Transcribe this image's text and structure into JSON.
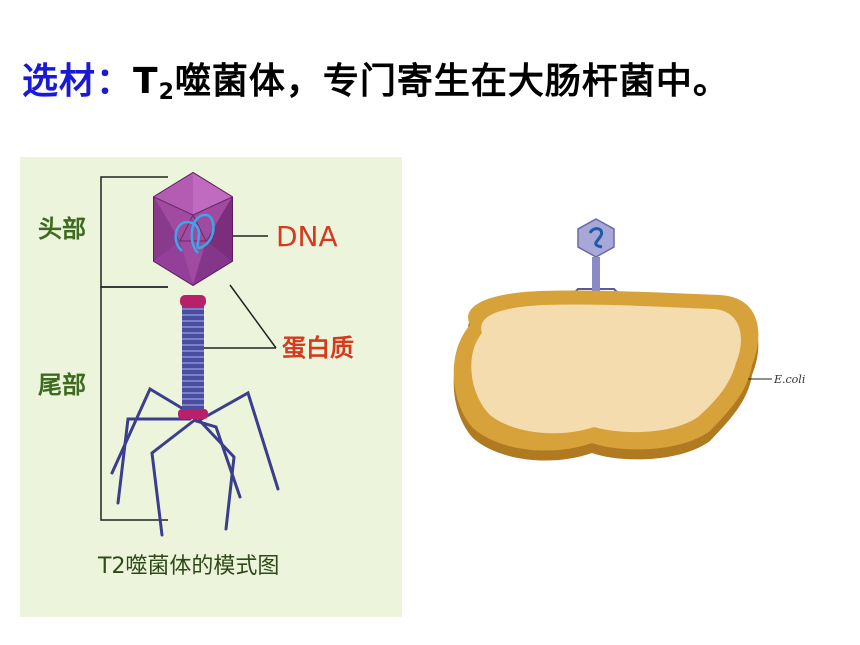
{
  "title": {
    "lead": "选材：",
    "t_letter": "T",
    "t_sub": "2",
    "rest": "噬菌体，专门寄生在大肠杆菌中。"
  },
  "diagram": {
    "label_head": "头部",
    "label_tail": "尾部",
    "label_dna": "DNA",
    "label_protein": "蛋白质",
    "caption": "T2噬菌体的模式图"
  },
  "ecoli_label": "E.coli",
  "colors": {
    "title_lead": "#1a1ad6",
    "panel_bg": "#ecf4dc",
    "label_green": "#3e6b1f",
    "label_red": "#d43a1e",
    "capsid": "#8e3a8a",
    "tail": "#4a4ea0",
    "ecoli_outer": "#d7a23a",
    "ecoli_inner": "#f4dcae"
  }
}
